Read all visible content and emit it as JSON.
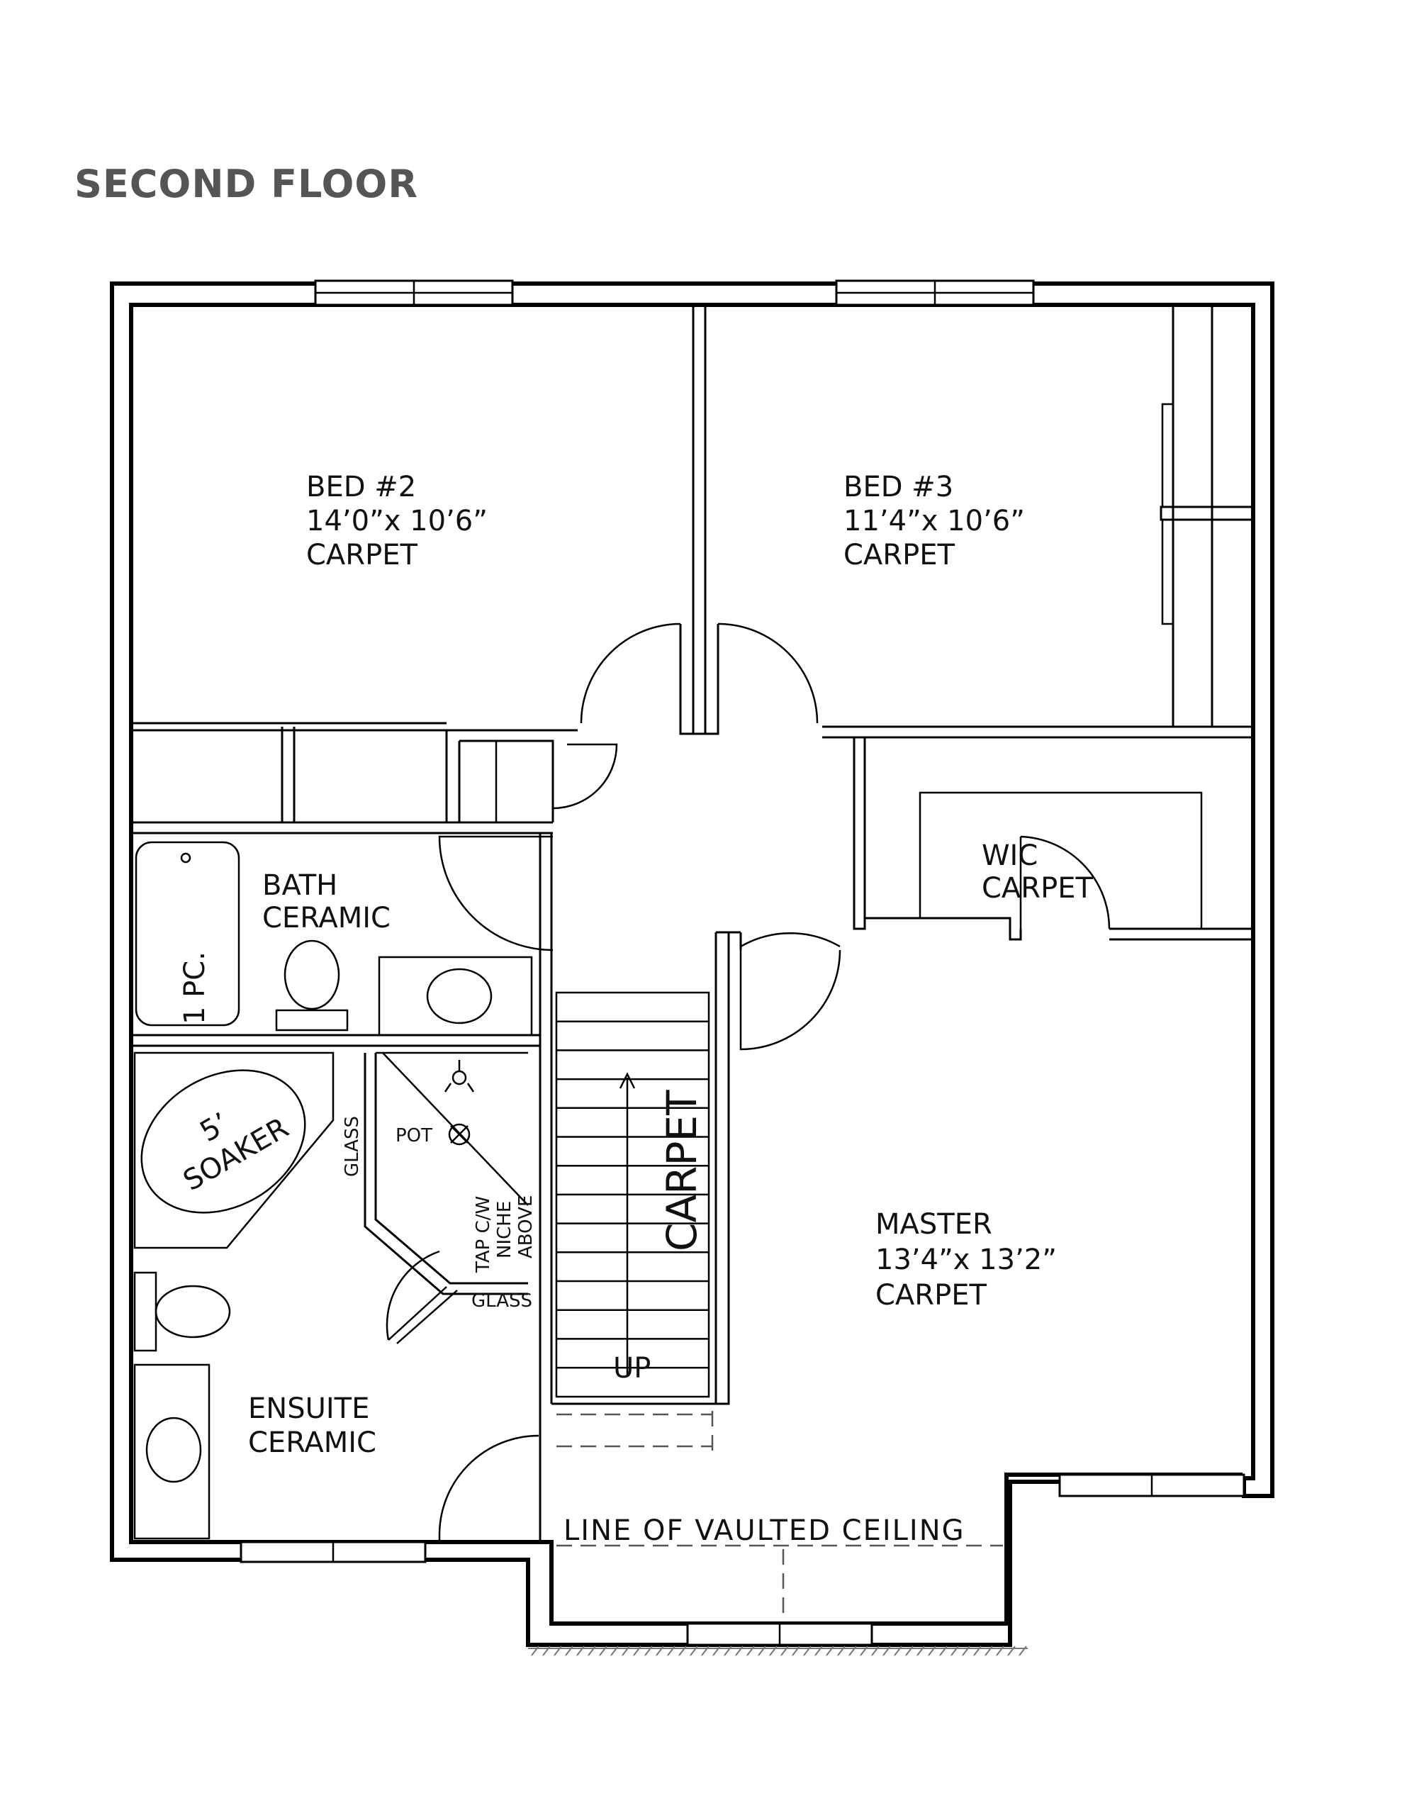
{
  "title": "SECOND FLOOR",
  "rooms": {
    "bed2": {
      "name": "BED #2",
      "size": "14’0”x 10’6”",
      "finish": "CARPET"
    },
    "bed3": {
      "name": "BED #3",
      "size": "11’4”x 10’6”",
      "finish": "CARPET"
    },
    "bath": {
      "name": "BATH",
      "finish": "CERAMIC"
    },
    "wic": {
      "name": "WIC",
      "finish": "CARPET"
    },
    "master": {
      "name": "MASTER",
      "size": "13’4”x 13’2”",
      "finish": "CARPET"
    },
    "ensuite": {
      "name": "ENSUITE",
      "finish": "CERAMIC"
    }
  },
  "fixtures": {
    "tub": "1 PC.",
    "soaker_line1": "5’",
    "soaker_line2": "SOAKER",
    "glass_vertical": "GLASS",
    "glass_horizontal": "GLASS",
    "pot": "POT",
    "tap_line1": "TAP C/W",
    "tap_line2": "NICHE",
    "tap_line3": "ABOVE"
  },
  "stairs": {
    "direction": "UP",
    "finish": "CARPET"
  },
  "notes": {
    "vaulted": "LINE OF VAULTED CEILING"
  }
}
